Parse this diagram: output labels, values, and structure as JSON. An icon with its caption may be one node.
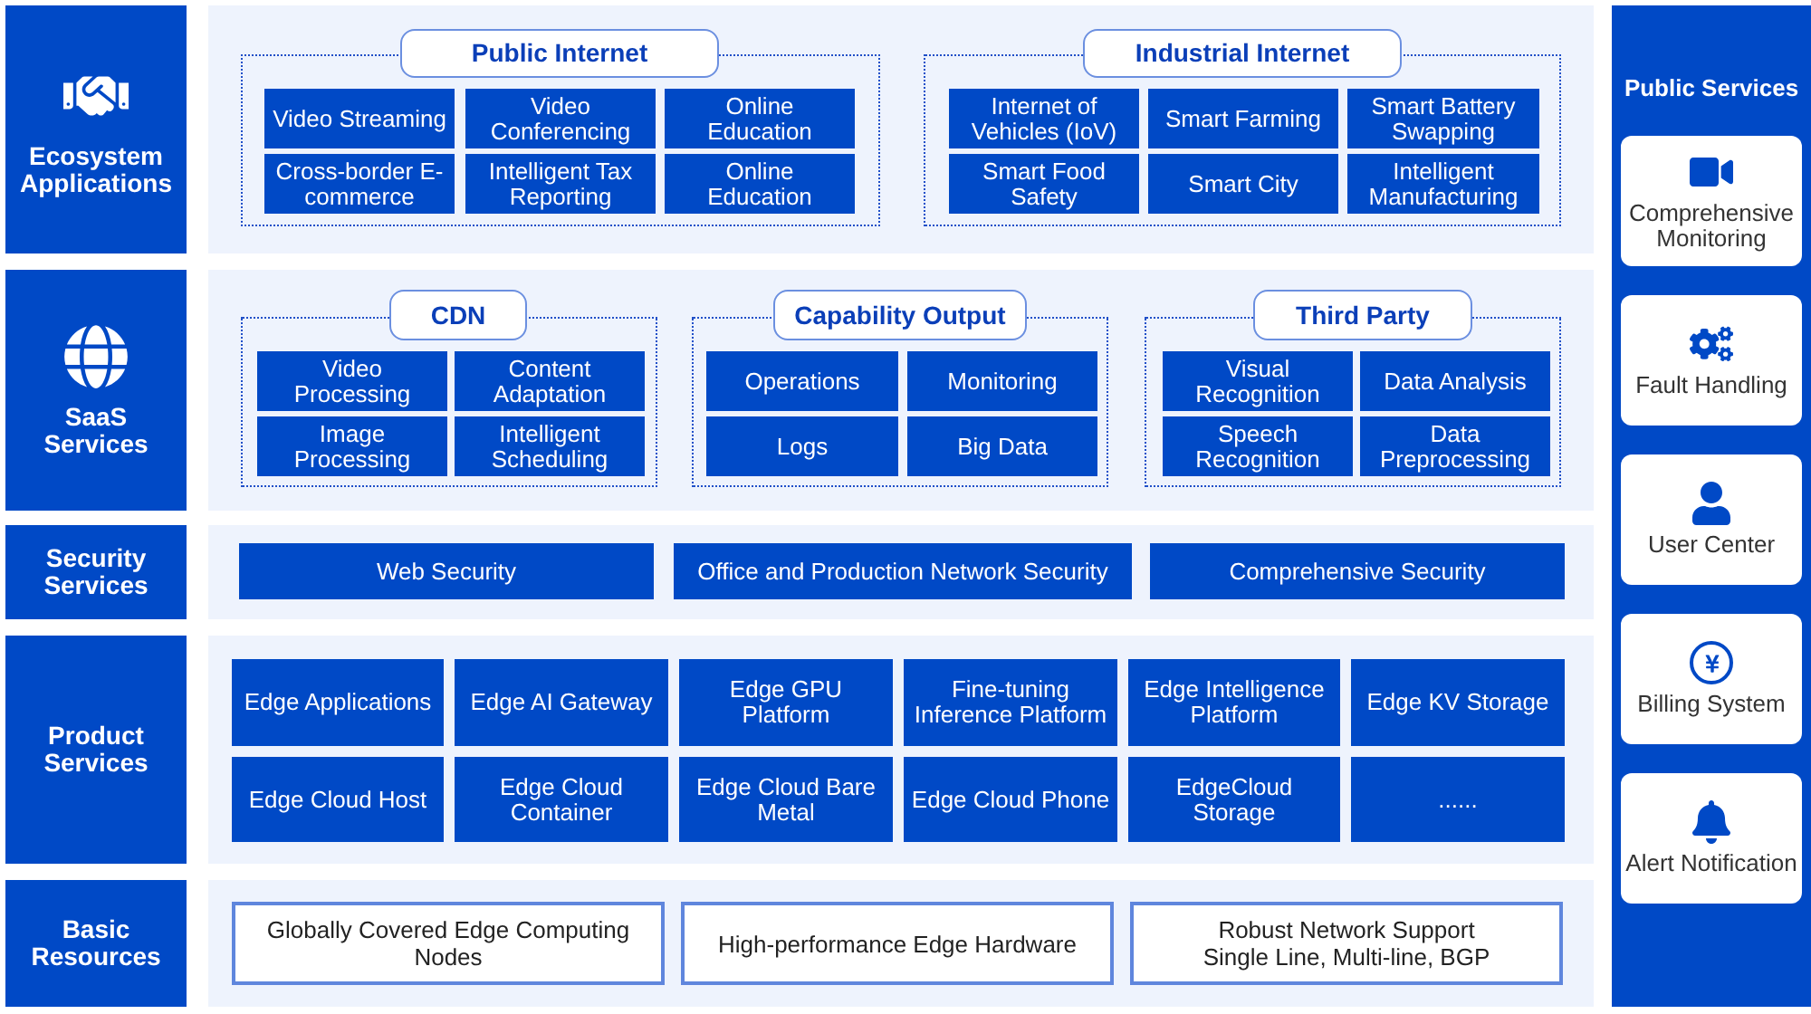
{
  "diagram": {
    "nodes": [
      {
        "text": [
          "Ecosystem Applications"
        ]
      },
      {
        "text": [
          "Public Internet"
        ]
      },
      {
        "text": [
          "Video Streaming"
        ],
        "in": 1
      },
      {
        "text": [
          "Video Conferencing"
        ],
        "in": 1
      },
      {
        "text": [
          "Online Education"
        ],
        "in": 1
      },
      {
        "text": [
          "Cross-border E-commerce"
        ],
        "in": 1
      },
      {
        "text": [
          "Intelligent Tax Reporting"
        ],
        "in": 1
      },
      {
        "text": [
          "Online Education"
        ],
        "in": 1
      },
      {
        "text": [
          "Industrial Internet"
        ]
      },
      {
        "text": [
          "Internet of Vehicles (IoV)"
        ],
        "in": 8
      },
      {
        "text": [
          "Smart Farming"
        ],
        "in": 8
      },
      {
        "text": [
          "Smart Battery Swapping"
        ],
        "in": 8
      },
      {
        "text": [
          "Smart Food Safety"
        ],
        "in": 8
      },
      {
        "text": [
          "Smart City"
        ],
        "in": 8
      },
      {
        "text": [
          "Intelligent Manufacturing"
        ],
        "in": 8
      },
      {
        "text": [
          "SaaS Services"
        ]
      },
      {
        "text": [
          "CDN"
        ]
      },
      {
        "text": [
          "Video Processing"
        ],
        "in": 16
      },
      {
        "text": [
          "Content Adaptation"
        ],
        "in": 16
      },
      {
        "text": [
          "Image Processing"
        ],
        "in": 16
      },
      {
        "text": [
          "Intelligent Scheduling"
        ],
        "in": 16
      },
      {
        "text": [
          "Capability Output"
        ]
      },
      {
        "text": [
          "Operations"
        ],
        "in": 21
      },
      {
        "text": [
          "Monitoring"
        ],
        "in": 21
      },
      {
        "text": [
          "Logs"
        ],
        "in": 21
      },
      {
        "text": [
          "Big Data"
        ],
        "in": 21
      },
      {
        "text": [
          "Third Party"
        ]
      },
      {
        "text": [
          "Visual Recognition"
        ],
        "in": 26
      },
      {
        "text": [
          "Data Analysis"
        ],
        "in": 26
      },
      {
        "text": [
          "Speech Recognition"
        ],
        "in": 26
      },
      {
        "text": [
          "Data Preprocessing"
        ],
        "in": 26
      },
      {
        "text": [
          "Security Services"
        ]
      },
      {
        "text": [
          "Web Security"
        ]
      },
      {
        "text": [
          "Office and Production Network Security"
        ]
      },
      {
        "text": [
          "Comprehensive Security"
        ]
      },
      {
        "text": [
          "Product Services"
        ]
      },
      {
        "text": [
          "Edge Applications"
        ]
      },
      {
        "text": [
          "Edge AI Gateway"
        ]
      },
      {
        "text": [
          "Edge GPU Platform"
        ]
      },
      {
        "text": [
          "Fine-tuning Inference Platform"
        ]
      },
      {
        "text": [
          "Edge Intelligence Platform"
        ]
      },
      {
        "text": [
          "Edge KV Storage"
        ]
      },
      {
        "text": [
          "Edge Cloud Host"
        ]
      },
      {
        "text": [
          "Edge Cloud Container"
        ]
      },
      {
        "text": [
          "Edge Cloud Bare Metal"
        ]
      },
      {
        "text": [
          "Edge Cloud Phone"
        ]
      },
      {
        "text": [
          "EdgeCloud Storage"
        ]
      },
      {
        "text": [
          "......"
        ]
      },
      {
        "text": [
          "Basic Resources"
        ]
      },
      {
        "text": [
          "Globally Covered Edge Computing Nodes"
        ]
      },
      {
        "text": [
          "High-performance Edge Hardware"
        ]
      },
      {
        "text": [
          "Robust Network Support",
          "Single Line, Multi-line, BGP"
        ]
      },
      {
        "text": [
          "Public Services"
        ]
      },
      {
        "text": [
          "Comprehensive Monitoring"
        ],
        "in": 52
      },
      {
        "text": [
          "Fault Handling"
        ],
        "in": 52
      },
      {
        "text": [
          "User Center"
        ],
        "in": 52
      },
      {
        "text": [
          "Billing System"
        ],
        "in": 52
      },
      {
        "text": [
          "Alert Notification"
        ],
        "in": 52
      }
    ]
  }
}
